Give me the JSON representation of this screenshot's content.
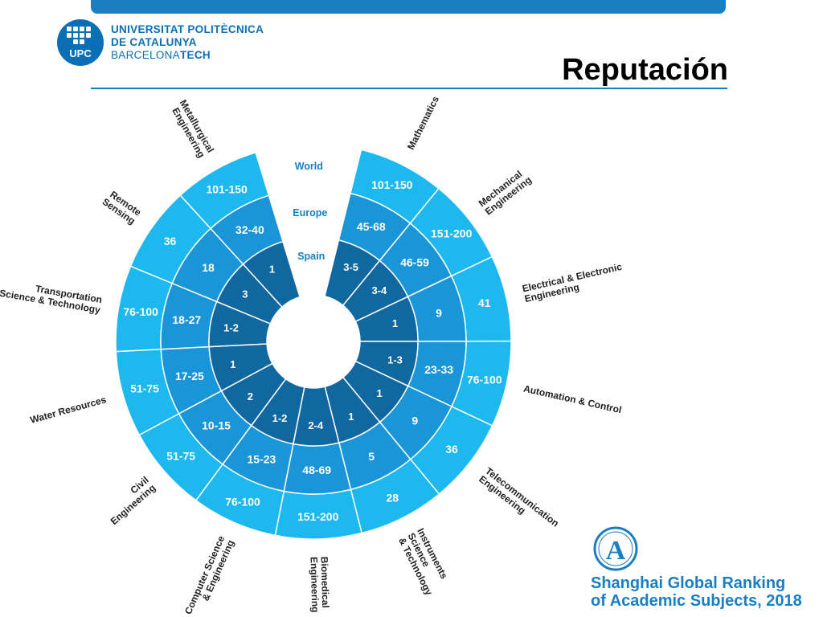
{
  "header": {
    "university_line1": "UNIVERSITAT POLITÈCNICA",
    "university_line2": "DE CATALUNYA",
    "university_line3_a": "BARCELONA",
    "university_line3_b": "TECH",
    "logo_text": "UPC",
    "slide_title": "Reputación"
  },
  "rings": {
    "world_label": "World",
    "europe_label": "Europe",
    "spain_label": "Spain"
  },
  "colors": {
    "world": "#1cb8ee",
    "europe": "#1a95d8",
    "spain": "#11679f",
    "brand": "#1a7ec2"
  },
  "chart_data": {
    "type": "sunburst",
    "levels": [
      "World",
      "Europe",
      "Spain"
    ],
    "segments": [
      {
        "subject": [
          "Mathematics"
        ],
        "world": "101-150",
        "europe": "45-68",
        "spain": "3-5"
      },
      {
        "subject": [
          "Mechanical",
          "Engineering"
        ],
        "world": "151-200",
        "europe": "46-59",
        "spain": "3-4"
      },
      {
        "subject": [
          "Electrical & Electronic",
          "Engineering"
        ],
        "world": "41",
        "europe": "9",
        "spain": "1"
      },
      {
        "subject": [
          "Automation & Control"
        ],
        "world": "76-100",
        "europe": "23-33",
        "spain": "1-3"
      },
      {
        "subject": [
          "Telecommunication",
          "Engineering"
        ],
        "world": "36",
        "europe": "9",
        "spain": "1"
      },
      {
        "subject": [
          "Instruments",
          "Science",
          "& Technology"
        ],
        "world": "28",
        "europe": "5",
        "spain": "1"
      },
      {
        "subject": [
          "Biomedical",
          "Engineering"
        ],
        "world": "151-200",
        "europe": "48-69",
        "spain": "2-4"
      },
      {
        "subject": [
          "Computer Science",
          "& Engineering"
        ],
        "world": "76-100",
        "europe": "15-23",
        "spain": "1-2"
      },
      {
        "subject": [
          "Civil",
          "Engineering"
        ],
        "world": "51-75",
        "europe": "10-15",
        "spain": "2"
      },
      {
        "subject": [
          "Water Resources"
        ],
        "world": "51-75",
        "europe": "17-25",
        "spain": "1"
      },
      {
        "subject": [
          "Transportation",
          "Science & Technology"
        ],
        "world": "76-100",
        "europe": "18-27",
        "spain": "1-2"
      },
      {
        "subject": [
          "Remote",
          "Sensing"
        ],
        "world": "36",
        "europe": "18",
        "spain": "3"
      },
      {
        "subject": [
          "Metallurgical",
          "Engineering"
        ],
        "world": "101-150",
        "europe": "32-40",
        "spain": "1"
      }
    ]
  },
  "footer": {
    "ranking_line1": "Shanghai Global Ranking",
    "ranking_line2": "of Academic Subjects, 2018",
    "ranking_logo_letter": "A"
  }
}
